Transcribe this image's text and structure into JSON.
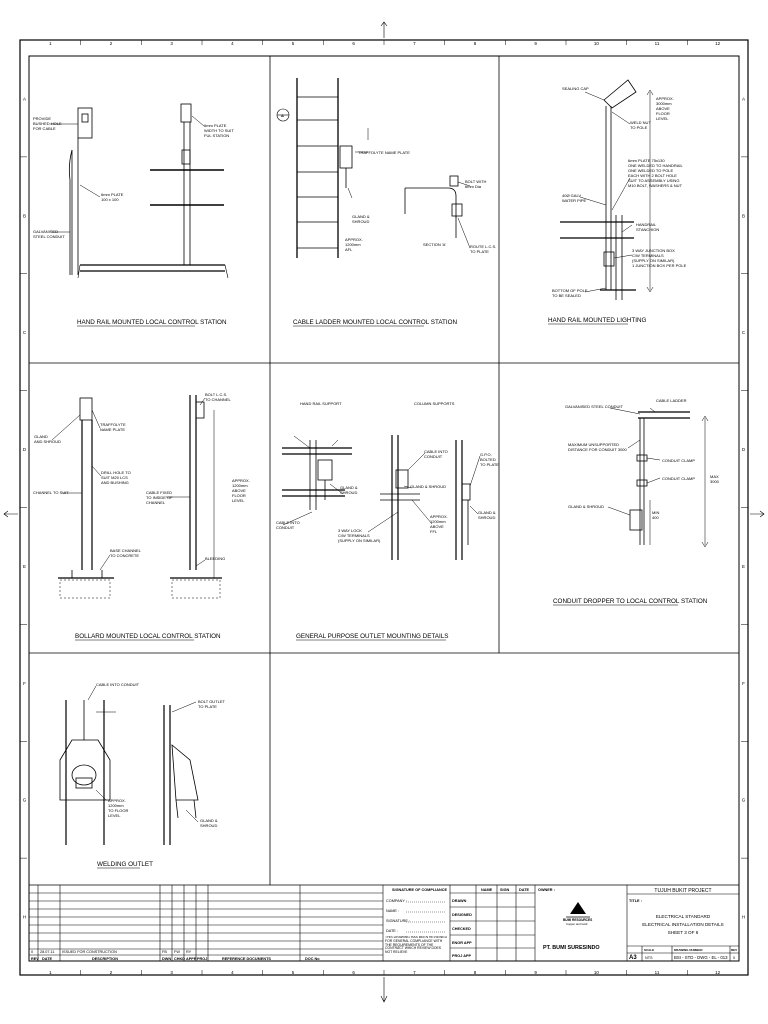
{
  "grid": {
    "columns": [
      "1",
      "2",
      "3",
      "4",
      "5",
      "6",
      "7",
      "8",
      "9",
      "10",
      "11",
      "12"
    ],
    "rows": [
      "A",
      "B",
      "C",
      "D",
      "E",
      "F",
      "G",
      "H"
    ]
  },
  "panels": {
    "hr_lcs": {
      "title": "HAND RAIL MOUNTED LOCAL CONTROL STATION",
      "labels": [
        "PROVIDE",
        "BUSHED HOLE",
        "FOR CABLE",
        "6mm PLATE",
        "WIDTH TO SUIT",
        "FUL STATION",
        "6mm PLATE",
        "100 x 100",
        "GALVANISED",
        "STEEL CONDUIT"
      ]
    },
    "cl_lcs": {
      "title": "CABLE LADDER MOUNTED LOCAL CONTROL STATION",
      "labels": [
        "A",
        "TRAFFOLYTE NAME PLATE",
        "BOLT WITH",
        "6mm Dia",
        "GLAND &",
        "SHROUD",
        "SECTION 'A'",
        "APPROX.",
        "1200mm",
        "AFL",
        "ROUTE L.C.S.",
        "TO PLATE"
      ]
    },
    "hr_light": {
      "title": "HAND RAIL MOUNTED LIGHTING",
      "labels": [
        "SEALING CAP",
        "APPROX.",
        "3000mm",
        "ABOVE",
        "FLOOR",
        "LEVEL",
        "WELD NUT",
        "TO POLE",
        "6mm PLATE 75x130",
        "ONE WELDED TO HANDRAIL",
        "ONE WELDED TO POLE",
        "EACH WITH 2 BOLT HOLE",
        "SUIT TO ASSEMBLY USING",
        "M10 BOLT, WASHERS & NUT",
        "40Ø GALV",
        "WATER PIPE",
        "HANDRAIL",
        "STANCHION",
        "3 WAY JUNCTION BOX",
        "C/W TERMINALS",
        "(SUPPLY ON SIMILAR)",
        "1 JUNCTION BOX PER POLE",
        "BOTTOM OF POLE",
        "TO BE SEALED"
      ]
    },
    "bollard": {
      "title": "BOLLARD MOUNTED LOCAL CONTROL STATION",
      "labels": [
        "GLAND",
        "AND SHROUD",
        "TRAFFOLYTE",
        "NAME PLATE",
        "DRILL HOLE TO",
        "SUIT M20 LCS",
        "AND BUSHING",
        "CHANNEL TO SUIT",
        "BASE CHANNEL",
        "TO CONCRETE",
        "BOLT L.C.S.",
        "TO CHANNEL",
        "CABLE FIXED",
        "TO INSIDE OF",
        "CHANNEL",
        "APPROX.",
        "1200mm",
        "ABOVE",
        "FLOOR",
        "LEVEL",
        "BLEEDING"
      ]
    },
    "gp_outlet": {
      "title": "GENERAL PURPOSE OUTLET MOUNTING DETAILS",
      "labels": [
        "HAND RAIL SUPPORT",
        "COLUMN SUPPORTS",
        "CABLE INTO",
        "CONDUIT",
        "G.P.O.",
        "BOLTED",
        "TO PLATE",
        "GLAND &",
        "SHROUD",
        "GLAND & SHROUD",
        "CABLE INTO",
        "CONDUIT",
        "3 WAY LOCK",
        "C/W TERMINALS",
        "(SUPPLY ON SIMILAR)",
        "APPROX.",
        "1200mm",
        "ABOVE",
        "FFL",
        "GLAND &",
        "SHROUD"
      ]
    },
    "conduit": {
      "title": "CONDUIT DROPPER TO LOCAL CONTROL STATION",
      "labels": [
        "GALVANISED STEEL CONDUIT",
        "CABLE LADDER",
        "MAXIMUM UNSUPPORTED",
        "DISTANCE FOR CONDUIT 3000",
        "CONDUIT CLAMP",
        "CONDUIT CLAMP",
        "GLAND & SHROUD",
        "MAX",
        "3000",
        "MIN",
        "400"
      ]
    },
    "welding": {
      "title": "WELDING OUTLET",
      "labels": [
        "CABLE INTO CONDUIT",
        "BOLT OUTLET",
        "TO PLATE",
        "APPROX.",
        "1200mm",
        "TO FLOOR",
        "LEVEL",
        "GLAND &",
        "SHROUD"
      ]
    }
  },
  "revision_table": {
    "headers": [
      "REV",
      "DATE",
      "DESCRIPTION",
      "DWN",
      "CHKD",
      "APPR",
      "PROJ",
      "REFERENCE DOCUMENTS",
      "DOC No"
    ],
    "rows": [
      [
        "0",
        "28.07.11",
        "ISSUED FOR CONSTRUCTION",
        "FB",
        "FW",
        "RY",
        "",
        ""
      ]
    ]
  },
  "approval": {
    "heading": "SIGNATURE OF COMPLIANCE",
    "fields": [
      "COMPANY :",
      "NAME :",
      "SIGNATURE :",
      "DATE :"
    ],
    "note": "THIS DRAWING HAS BEEN REVIEWED FOR GENERAL COMPLIANCE WITH THE REQUIREMENTS OF THE CONTRACT WHICH REVIEW DOES NOT RELIEVE",
    "roles_col_headers": [
      "NAME",
      "SIGN",
      "DATE"
    ],
    "roles": [
      "DRAWN",
      "DESIGNED",
      "CHECKED",
      "ENGR APP",
      "PROJ APP"
    ]
  },
  "owner": {
    "label": "OWNER :",
    "logo_caption": "BUMI RESOURCES",
    "logo_subcaption": "Copper and Gold",
    "company": "PT. BUMI SURESINDO"
  },
  "title_block": {
    "project": "TUJUH BUKIT PROJECT",
    "title_label": "TITLE :",
    "title_lines": [
      "ELECTRICAL STANDARD",
      "ELECTRICAL INSTALLATION DETAILS",
      "SHEET 3 OF 6"
    ],
    "size": "A3",
    "scale_label": "SCALE",
    "scale": "NTS",
    "drawing_no_label": "DRAWING NUMBER",
    "drawing_no": "BSI - STD - DWG - EL - 013",
    "rev_label": "REV",
    "rev": "0"
  }
}
